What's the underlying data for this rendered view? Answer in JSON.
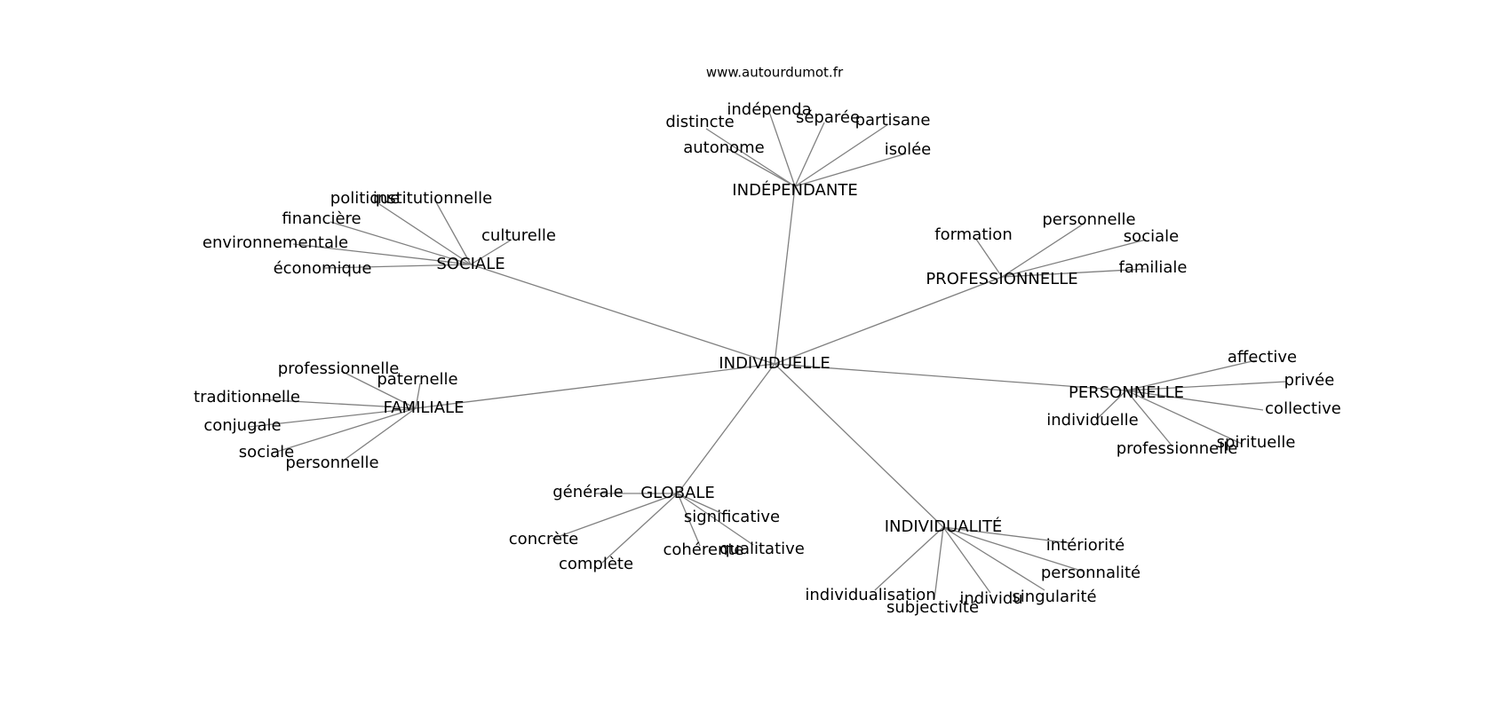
{
  "site_label": "www.autourdumot.fr",
  "graph": {
    "center": "INDIVIDUELLE",
    "branches": [
      {
        "label": "INDÉPENDANTE",
        "leaves": [
          "distincte",
          "indépenda",
          "séparée",
          "partisane",
          "autonome",
          "isolée"
        ]
      },
      {
        "label": "SOCIALE",
        "leaves": [
          "politique",
          "institutionnelle",
          "financière",
          "environnementale",
          "économique",
          "culturelle"
        ]
      },
      {
        "label": "PROFESSIONNELLE",
        "leaves": [
          "formation",
          "personnelle",
          "sociale",
          "familiale"
        ]
      },
      {
        "label": "FAMILIALE",
        "leaves": [
          "professionnelle",
          "paternelle",
          "traditionnelle",
          "conjugale",
          "sociale",
          "personnelle"
        ]
      },
      {
        "label": "PERSONNELLE",
        "leaves": [
          "affective",
          "privée",
          "collective",
          "individuelle",
          "professionnelle",
          "spirituelle"
        ]
      },
      {
        "label": "GLOBALE",
        "leaves": [
          "générale",
          "significative",
          "concrète",
          "complète",
          "cohérente",
          "qualitative"
        ]
      },
      {
        "label": "INDIVIDUALITÉ",
        "leaves": [
          "intériorité",
          "personnalité",
          "individualisation",
          "subjectivité",
          "individu",
          "singularité"
        ]
      }
    ]
  }
}
